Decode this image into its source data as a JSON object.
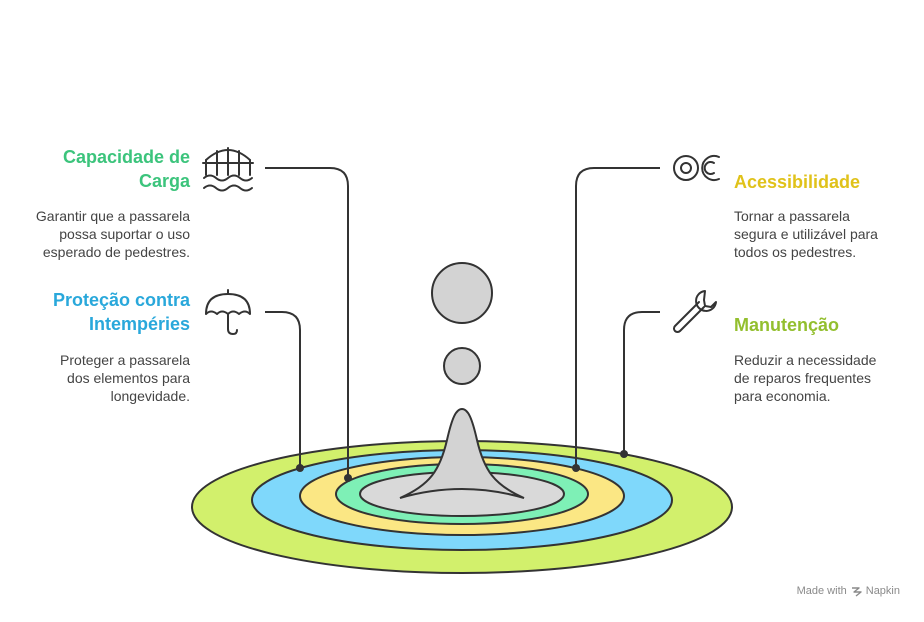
{
  "colors": {
    "ring_outer": "#D2F06C",
    "ring_2": "#7FD8FB",
    "ring_3": "#FBE784",
    "ring_4": "#7EF0B6",
    "ring_inner": "#D9D9D9",
    "drop": "#D3D3D3",
    "stroke": "#333333",
    "capacidade": "#3CC47C",
    "protecao": "#29A8DB",
    "acessibilidade": "#E0C21A",
    "manutencao": "#93BF2E"
  },
  "items": {
    "capacidade": {
      "title": "Capacidade de Carga",
      "title_line1": "Capacidade de",
      "title_line2": "Carga",
      "description_lines": [
        "Garantir que a passarela",
        "possa suportar o uso",
        "esperado de pedestres."
      ],
      "icon": "bridge-water-icon"
    },
    "protecao": {
      "title": "Proteção contra Intempéries",
      "title_line1": "Proteção contra",
      "title_line2": "Intempéries",
      "description_lines": [
        "Proteger a passarela",
        "dos elementos para",
        "longevidade."
      ],
      "icon": "umbrella-icon"
    },
    "acessibilidade": {
      "title": "Acessibilidade",
      "description_lines": [
        "Tornar a passarela",
        "segura e utilizável para",
        "todos os pedestres."
      ],
      "icon": "closed-captions-icon"
    },
    "manutencao": {
      "title": "Manutenção",
      "description_lines": [
        "Reduzir a necessidade",
        "de reparos frequentes",
        "para economia."
      ],
      "icon": "wrench-icon"
    }
  },
  "watermark": {
    "prefix": "Made with",
    "brand": "Napkin"
  }
}
